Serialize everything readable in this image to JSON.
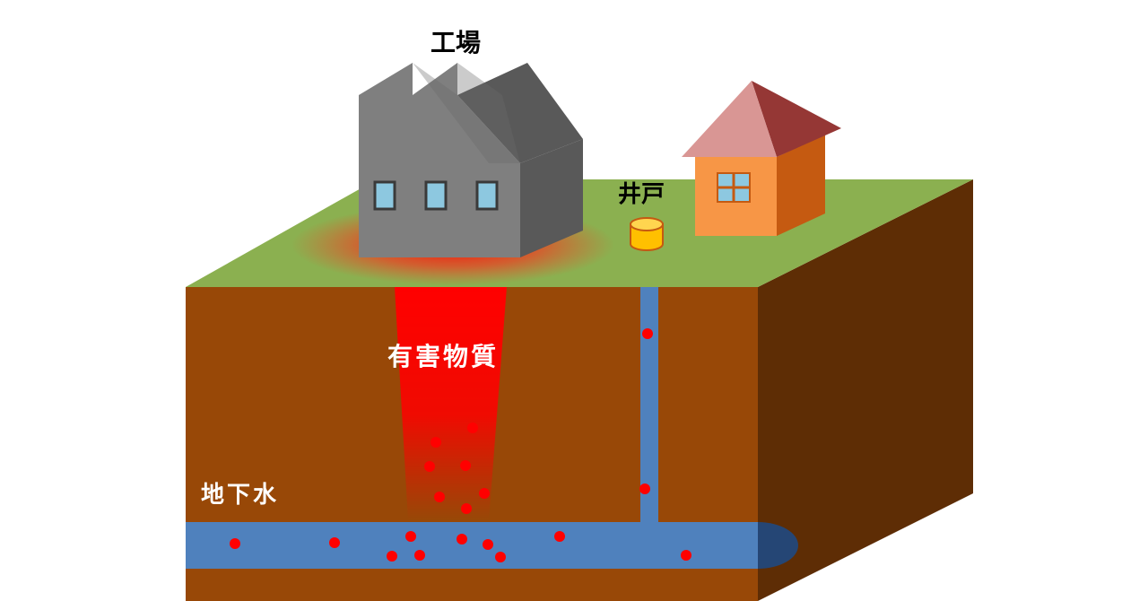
{
  "labels": {
    "factory": "工場",
    "well": "井戸",
    "hazardous_substance": "有害物質",
    "groundwater": "地下水"
  },
  "colors": {
    "grass": "#8bb050",
    "soil_front": "#984807",
    "soil_side": "#5e2d05",
    "groundwater": "#4f81bd",
    "groundwater_end": "#254675",
    "contamination": "#ff0000",
    "factory_front": "#7f7f7f",
    "factory_side": "#595959",
    "factory_roof": "#595959",
    "window": "#8dc8e0",
    "house_wall": "#f79646",
    "house_side": "#c55a11",
    "house_roof_front": "#d99694",
    "house_roof_side": "#953735",
    "well_body": "#ffc000",
    "label_dark": "#000000",
    "label_light": "#ffffff"
  }
}
